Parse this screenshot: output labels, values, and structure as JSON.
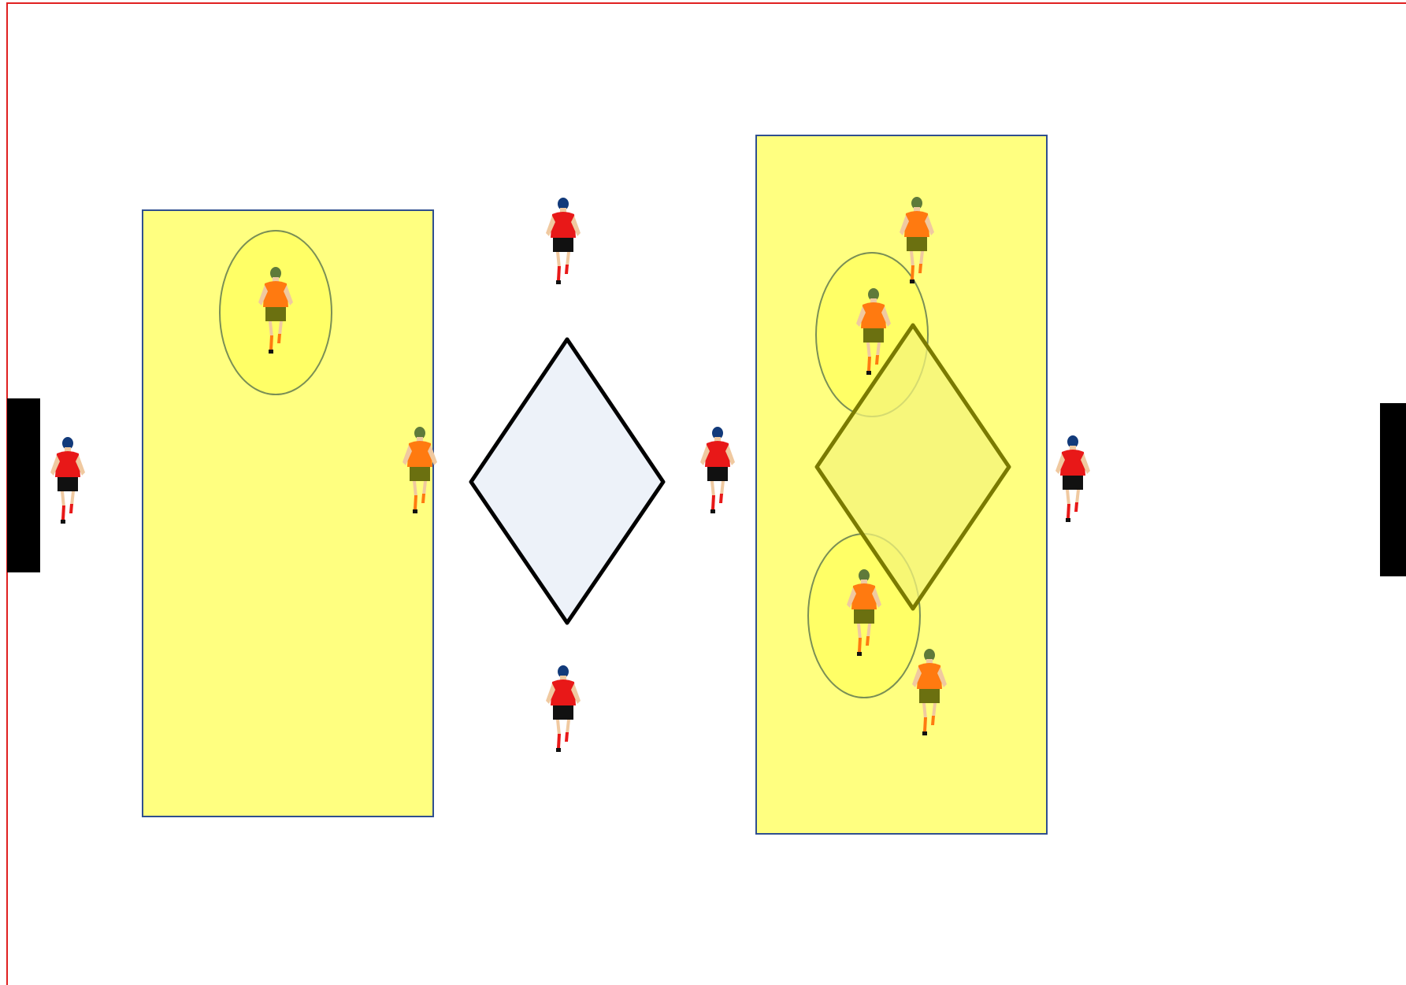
{
  "colors": {
    "field_border": "#e02020",
    "zone_fill": "#ffff80",
    "zone_stroke": "#2f4f8f",
    "diamond_left_fill": "#edf2f9",
    "diamond_left_stroke": "#000000",
    "diamond_right_fill": "#f4f47a",
    "diamond_right_stroke": "#7a7a00",
    "highlight_fill": "#ffff66",
    "highlight_stroke": "#7a8f55",
    "goal": "#000000",
    "team_red_shirt": "#e81818",
    "team_red_shorts": "#111111",
    "team_red_hair": "#123a7a",
    "team_orange_shirt": "#ff7a10",
    "team_orange_shorts": "#6b7010",
    "team_orange_hair": "#5f7a3a",
    "skin": "#f0c9a0"
  },
  "elements": {
    "goals": [
      "goal-left",
      "goal-right"
    ],
    "zones": [
      "zone-left",
      "zone-right"
    ],
    "diamonds": [
      "diamond-center",
      "diamond-right"
    ],
    "players": [
      {
        "team": "red",
        "role": "goalkeeper-left"
      },
      {
        "team": "red",
        "role": "center-top"
      },
      {
        "team": "red",
        "role": "center-bottom"
      },
      {
        "team": "red",
        "role": "center-right"
      },
      {
        "team": "red",
        "role": "goalkeeper-right"
      },
      {
        "team": "orange",
        "role": "left-zone-highlighted"
      },
      {
        "team": "orange",
        "role": "left-zone-edge"
      },
      {
        "team": "orange",
        "role": "right-zone-top"
      },
      {
        "team": "orange",
        "role": "right-zone-highlighted-top"
      },
      {
        "team": "orange",
        "role": "right-zone-highlighted-bottom"
      },
      {
        "team": "orange",
        "role": "right-zone-bottom"
      }
    ]
  }
}
